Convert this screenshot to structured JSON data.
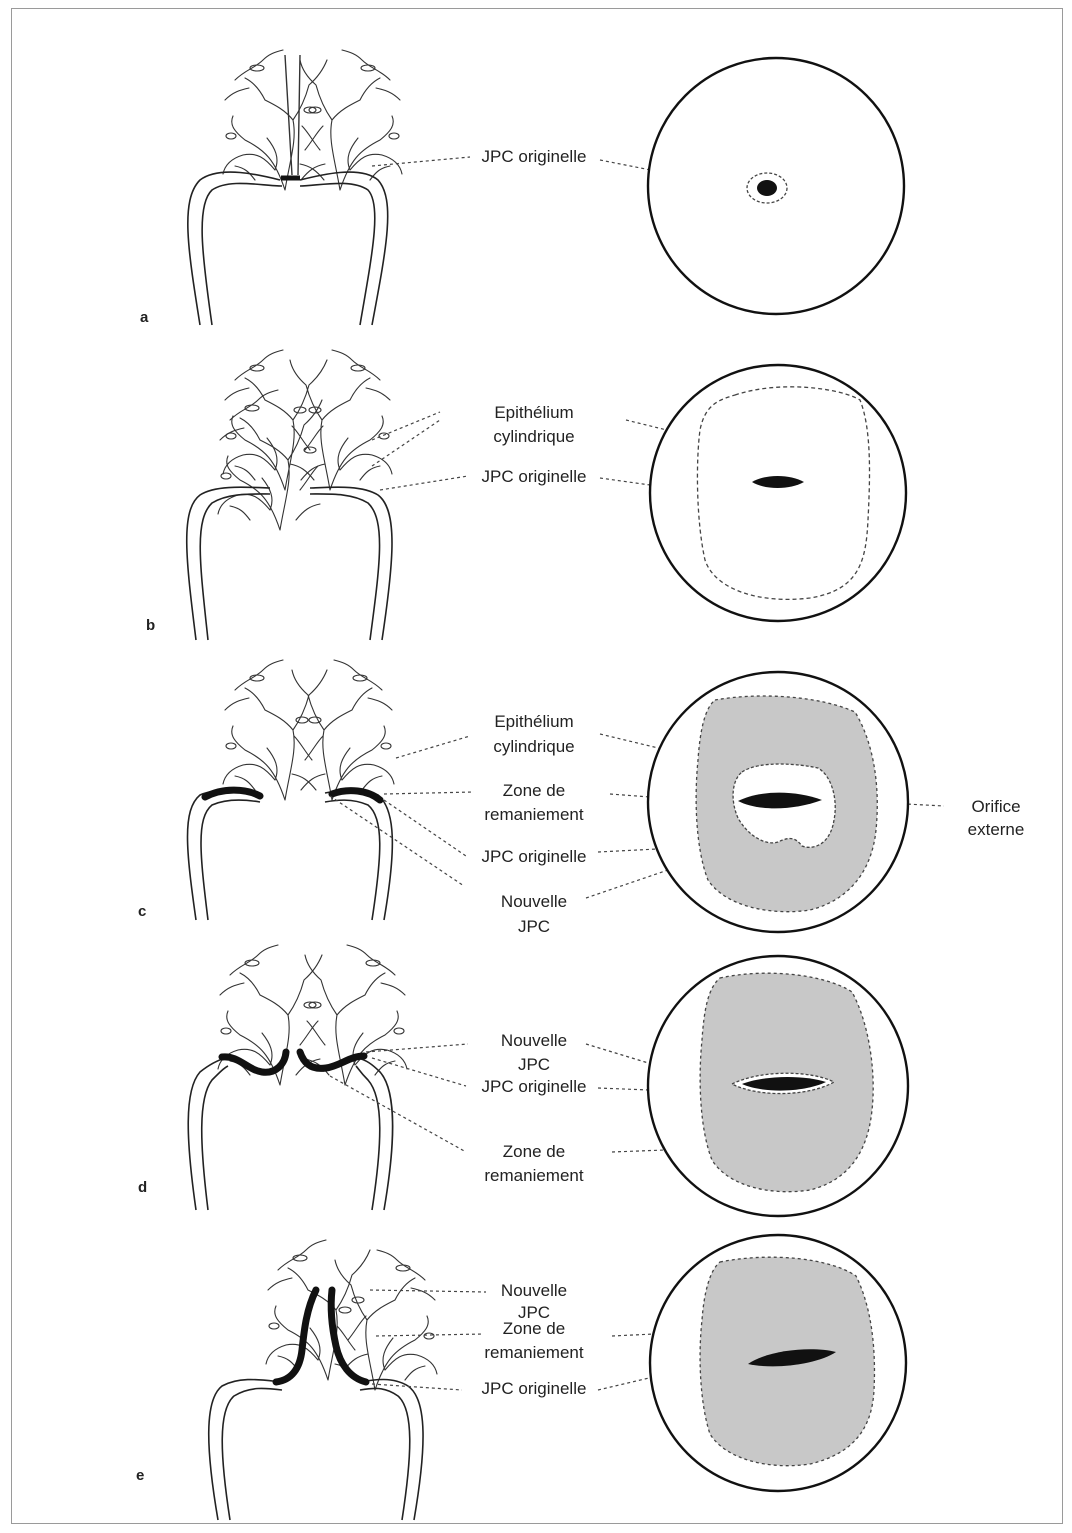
{
  "panels": [
    {
      "letter": "a",
      "labels": [
        "JPC originelle"
      ]
    },
    {
      "letter": "b",
      "labels": [
        "Epithélium",
        "cylindrique",
        "JPC originelle"
      ]
    },
    {
      "letter": "c",
      "labels": [
        "Epithélium",
        "cylindrique",
        "Zone de",
        "remaniement",
        "JPC originelle",
        "Nouvelle",
        "JPC"
      ],
      "side_label": [
        "Orifice",
        "externe"
      ]
    },
    {
      "letter": "d",
      "labels": [
        "Nouvelle",
        "JPC",
        "JPC originelle",
        "Zone de",
        "remaniement"
      ]
    },
    {
      "letter": "e",
      "labels": [
        "Nouvelle",
        "JPC",
        "Zone de",
        "remaniement",
        "JPC originelle"
      ]
    }
  ]
}
